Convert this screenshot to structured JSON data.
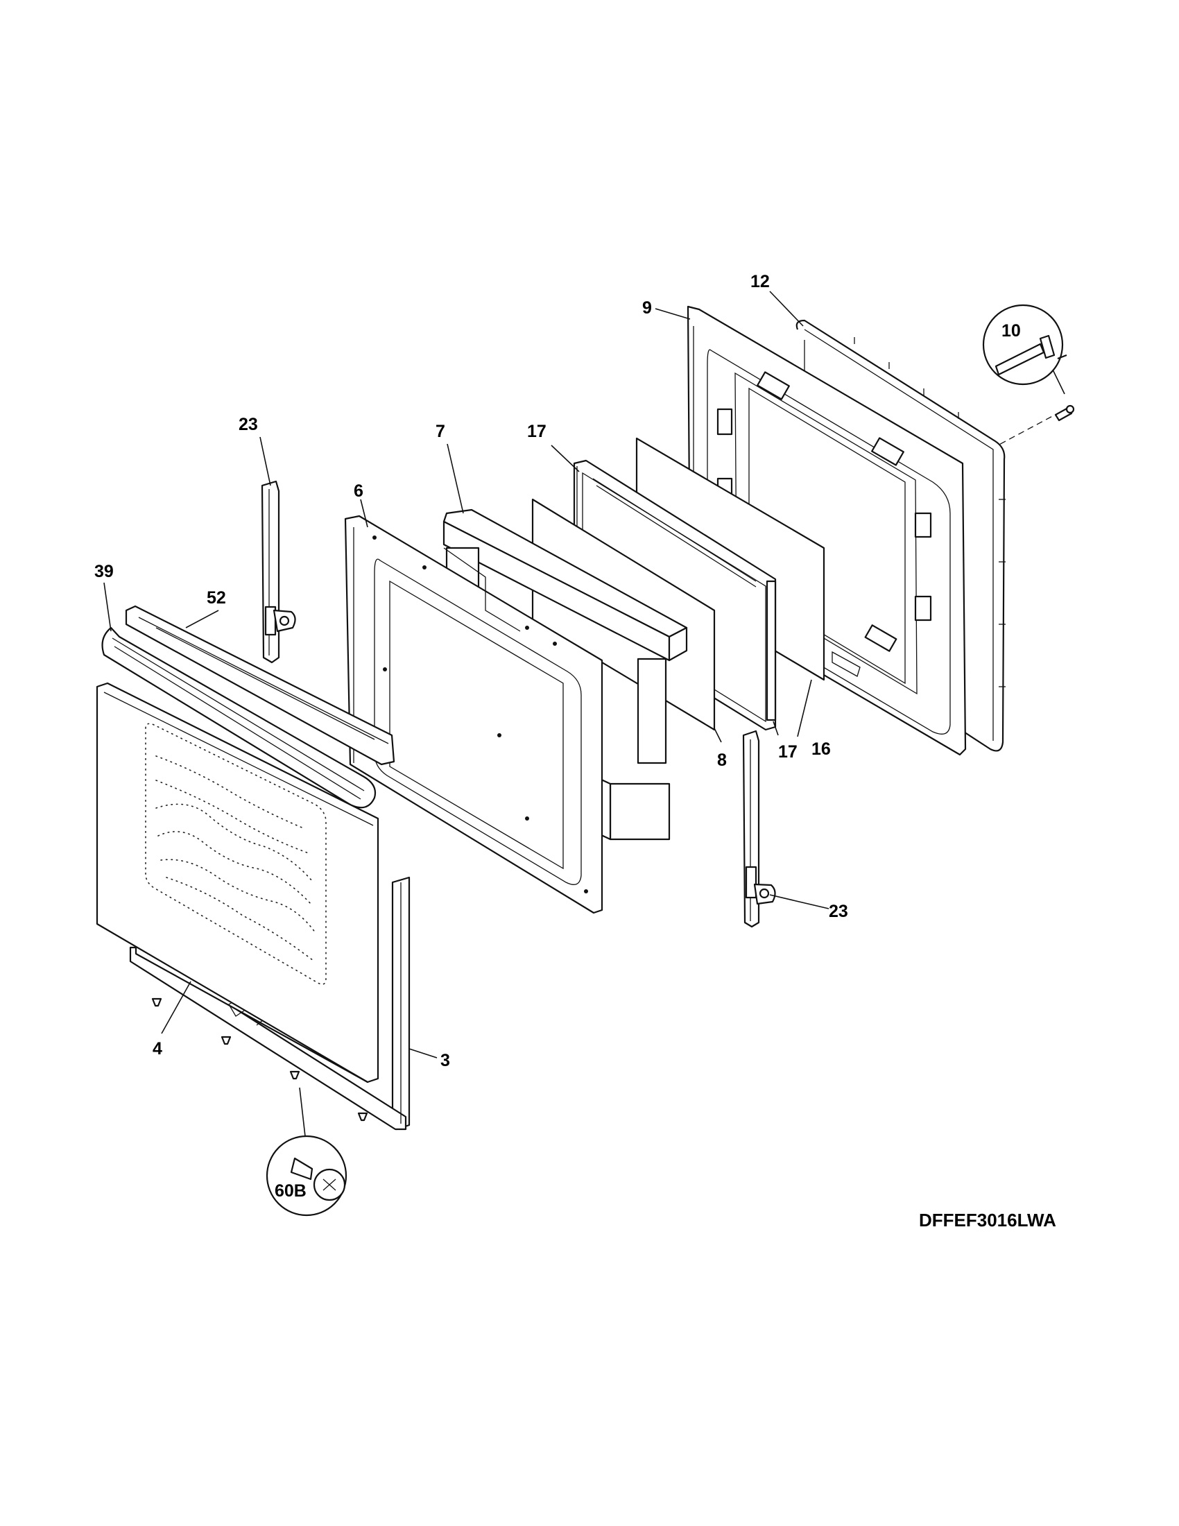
{
  "model_number": "DFFEF3016LWA",
  "callouts": {
    "c3": "3",
    "c4": "4",
    "c6": "6",
    "c7": "7",
    "c8": "8",
    "c9": "9",
    "c10": "10",
    "c12": "12",
    "c16": "16",
    "c17_top": "17",
    "c17_bottom": "17",
    "c23_left": "23",
    "c23_right": "23",
    "c39": "39",
    "c52": "52",
    "c60b": "60B"
  }
}
